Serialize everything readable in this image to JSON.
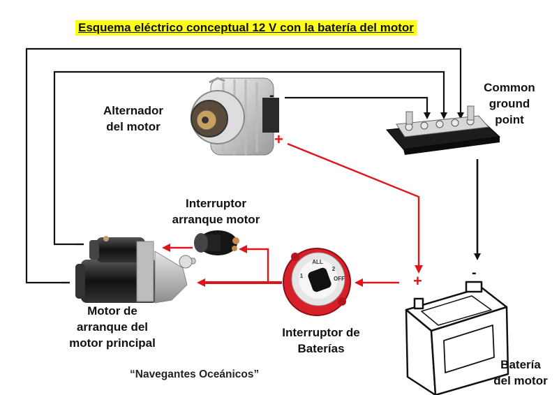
{
  "title": "Esquema eléctrico conceptual 12 V con la batería del motor",
  "labels": {
    "alternator": [
      "Alternador",
      "del motor"
    ],
    "ground": [
      "Common",
      "ground",
      "point"
    ],
    "starter_switch": [
      "Interruptor",
      "arranque motor"
    ],
    "starter_motor": [
      "Motor de",
      "arranque del",
      "motor principal"
    ],
    "battery_switch": [
      "Interruptor de",
      "Baterías"
    ],
    "battery": [
      "Batería",
      "del motor"
    ]
  },
  "credit": "“Navegantes Oceánicos”",
  "polarity": {
    "negative": "-",
    "positive": "+"
  },
  "switch_face": {
    "left": "1",
    "center": "ALL",
    "right": "2",
    "off": "OFF"
  },
  "colors": {
    "ground_wire": "#111111",
    "positive_wire": "#e0141b",
    "title_highlight": "#ffff1a"
  }
}
